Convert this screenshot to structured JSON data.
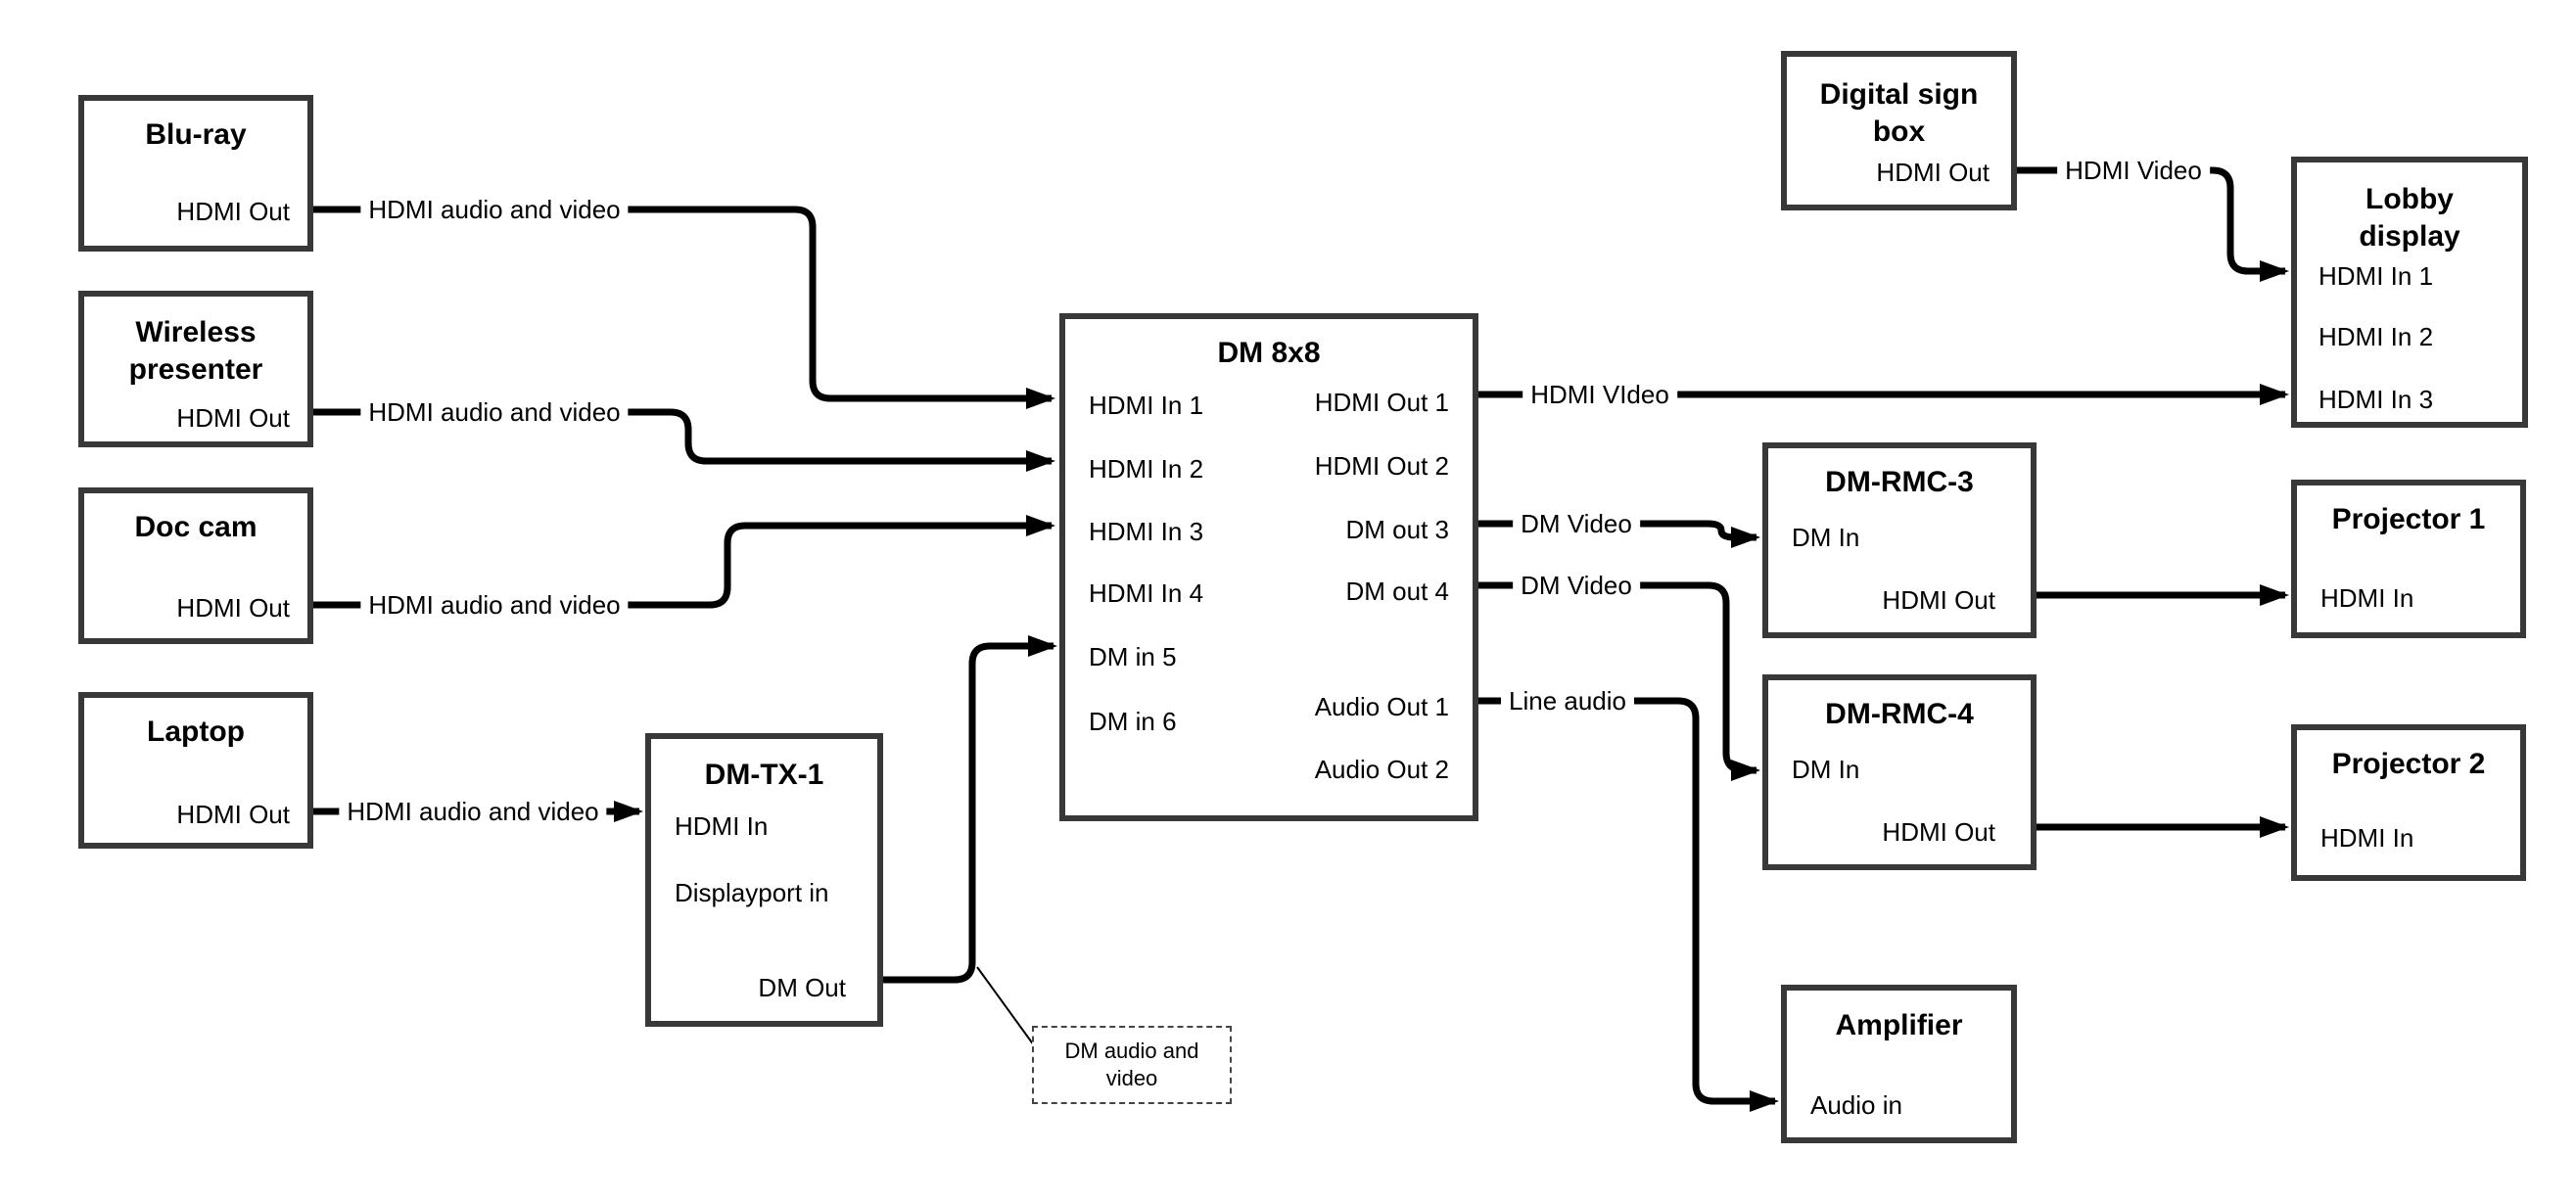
{
  "colors": {
    "wire": "#000000",
    "box_border": "#383838",
    "background": "#ffffff",
    "text": "#000000"
  },
  "boxes": {
    "bluray": {
      "title": "Blu-ray",
      "hdmi_out": "HDMI Out"
    },
    "wireless": {
      "title": "Wireless presenter",
      "hdmi_out": "HDMI Out"
    },
    "doccam": {
      "title": "Doc cam",
      "hdmi_out": "HDMI Out"
    },
    "laptop": {
      "title": "Laptop",
      "hdmi_out": "HDMI Out"
    },
    "dmtx1": {
      "title": "DM-TX-1",
      "hdmi_in": "HDMI In",
      "displayport_in": "Displayport in",
      "dm_out": "DM Out"
    },
    "dm8x8": {
      "title": "DM 8x8",
      "hdmi_in1": "HDMI In 1",
      "hdmi_in2": "HDMI In 2",
      "hdmi_in3": "HDMI In 3",
      "hdmi_in4": "HDMI In 4",
      "dm_in5": "DM in 5",
      "dm_in6": "DM in 6",
      "hdmi_out1": "HDMI Out 1",
      "hdmi_out2": "HDMI Out 2",
      "dm_out3": "DM out 3",
      "dm_out4": "DM out 4",
      "audio_out1": "Audio Out 1",
      "audio_out2": "Audio Out 2"
    },
    "signbox": {
      "title": "Digital sign box",
      "hdmi_out": "HDMI Out"
    },
    "lobby": {
      "title": "Lobby display",
      "hdmi_in1": "HDMI In 1",
      "hdmi_in2": "HDMI In 2",
      "hdmi_in3": "HDMI In 3"
    },
    "dmrmc3": {
      "title": "DM-RMC-3",
      "dm_in": "DM In",
      "hdmi_out": "HDMI Out"
    },
    "proj1": {
      "title": "Projector 1",
      "hdmi_in": "HDMI In"
    },
    "dmrmc4": {
      "title": "DM-RMC-4",
      "dm_in": "DM In",
      "hdmi_out": "HDMI Out"
    },
    "proj2": {
      "title": "Projector 2",
      "hdmi_in": "HDMI In"
    },
    "amplifier": {
      "title": "Amplifier",
      "audio_in": "Audio in"
    }
  },
  "wire_labels": {
    "bluray": "HDMI audio and video",
    "wireless": "HDMI audio and video",
    "doccam": "HDMI audio and video",
    "laptop": "HDMI audio and video",
    "hdmi_out1": "HDMI VIdeo",
    "signbox": "HDMI Video",
    "dm_out3": "DM Video",
    "dm_out4": "DM Video",
    "audio_out1": "Line audio",
    "note": "DM audio and video"
  }
}
